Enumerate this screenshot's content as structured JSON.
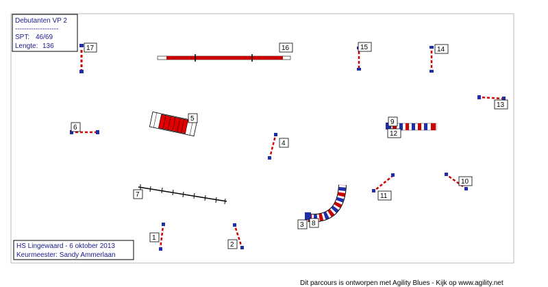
{
  "info_box": {
    "title": "Debutanten VP 2",
    "divider": "-------------------",
    "spt_label": "SPT:",
    "spt_value": "46/69",
    "length_label": "Lengte:",
    "length_value": "136"
  },
  "event_box": {
    "line1": "HS Lingewaard - 6 oktober 2013",
    "line2": "Keurmeester: Sandy Ammerlaan"
  },
  "footer": "Dit parcours is ontworpen met Agility Blues - Kijk op www.agility.net",
  "obstacle_numbers": {
    "n1": "1",
    "n2": "2",
    "n3": "3",
    "n4": "4",
    "n5": "5",
    "n6": "6",
    "n7": "7",
    "n8": "8",
    "n9": "9",
    "n10": "10",
    "n11": "11",
    "n12": "12",
    "n13": "13",
    "n14": "14",
    "n15": "15",
    "n16": "16",
    "n17": "17"
  },
  "colors": {
    "pole_red": "#cc0000",
    "wing_blue": "#1f2fa8",
    "tunnel_white": "#ffffff",
    "border": "#b8b8b8"
  }
}
